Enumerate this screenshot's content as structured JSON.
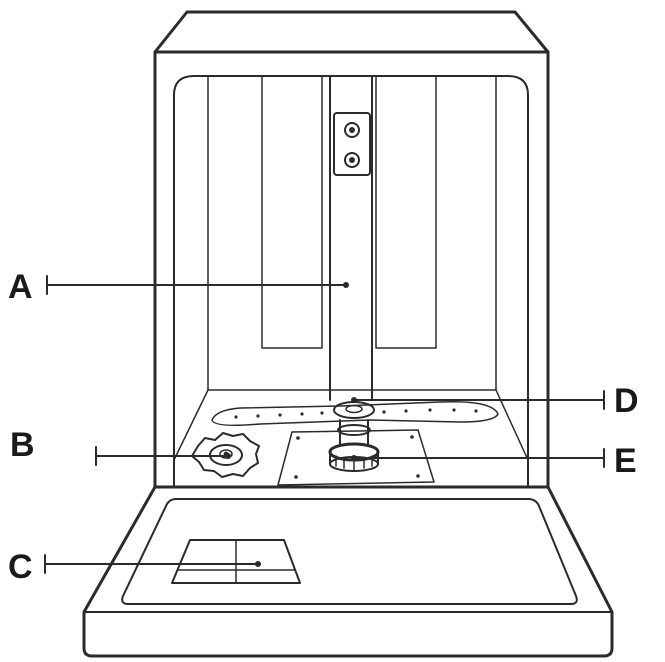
{
  "diagram": {
    "colors": {
      "line": "#2b2b2b",
      "label": "#1a1a1a",
      "background": "#ffffff"
    },
    "callouts": [
      {
        "id": "A",
        "text": "A"
      },
      {
        "id": "B",
        "text": "B"
      },
      {
        "id": "C",
        "text": "C"
      },
      {
        "id": "D",
        "text": "D"
      },
      {
        "id": "E",
        "text": "E"
      }
    ]
  }
}
